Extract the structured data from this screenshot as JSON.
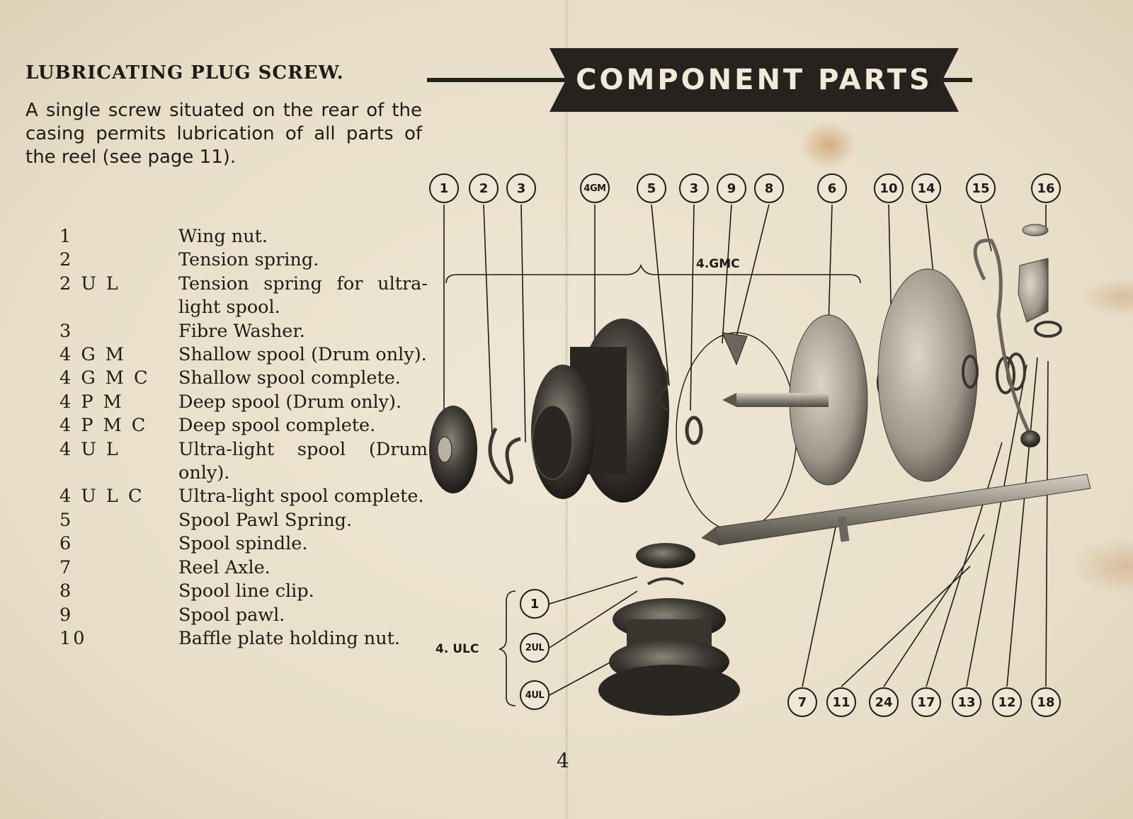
{
  "left": {
    "title": "LUBRICATING PLUG SCREW.",
    "paragraph": "A single screw situated on the rear of the casing permits lubrication of all parts of the reel (see page 11).",
    "parts": [
      {
        "num": "1",
        "desc": "Wing nut."
      },
      {
        "num": "2",
        "desc": "Tension spring."
      },
      {
        "num": "2 U L",
        "desc": "Tension spring for ultra-light spool."
      },
      {
        "num": "3",
        "desc": "Fibre Washer."
      },
      {
        "num": "4 G M",
        "desc": "Shallow spool (Drum only)."
      },
      {
        "num": "4 G M C",
        "desc": "Shallow spool complete."
      },
      {
        "num": "4 P M",
        "desc": "Deep spool (Drum only)."
      },
      {
        "num": "4 P M C",
        "desc": "Deep spool complete."
      },
      {
        "num": "4 U L",
        "desc": "Ultra-light spool (Drum only)."
      },
      {
        "num": "4 U L C",
        "desc": "Ultra-light spool complete."
      },
      {
        "num": "5",
        "desc": "Spool Pawl Spring."
      },
      {
        "num": "6",
        "desc": "Spool spindle."
      },
      {
        "num": "7",
        "desc": "Reel Axle."
      },
      {
        "num": "8",
        "desc": "Spool line clip."
      },
      {
        "num": "9",
        "desc": "Spool pawl."
      },
      {
        "num": "10",
        "desc": "Baffle plate holding nut."
      }
    ]
  },
  "page_number": "4",
  "banner": {
    "title": "COMPONENT PARTS"
  },
  "diagram": {
    "top_callouts": [
      "1",
      "2",
      "3",
      "4GM",
      "5",
      "3",
      "9",
      "8",
      "6",
      "10",
      "14",
      "15",
      "16"
    ],
    "bottom_callouts": [
      "7",
      "11",
      "24",
      "17",
      "13",
      "12",
      "18"
    ],
    "ulc_callouts": [
      "1",
      "2UL",
      "4UL"
    ],
    "group_gmc_label": "4.GMC",
    "group_ulc_label": "4. ULC"
  }
}
